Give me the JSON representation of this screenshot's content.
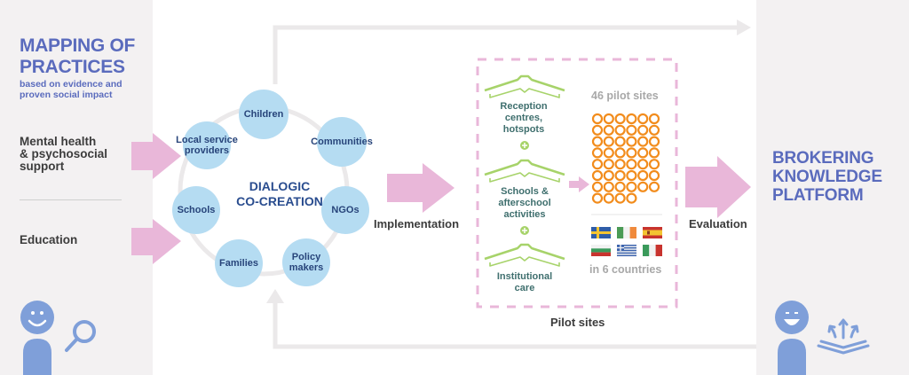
{
  "left_panel": {
    "title_line1": "MAPPING OF",
    "title_line2": "PRACTICES",
    "subtitle_line1": "based on evidence and",
    "subtitle_line2": "proven social impact",
    "inputs": [
      {
        "line1": "Mental health",
        "line2": "& psychosocial",
        "line3": "support"
      },
      {
        "line1": "Education"
      }
    ],
    "icons": [
      "smiling-person-icon",
      "magnifier-icon"
    ]
  },
  "co_creation": {
    "center_line1": "DIALOGIC",
    "center_line2": "CO-CREATION",
    "stakeholders": [
      {
        "line1": "Children",
        "line2": ""
      },
      {
        "line1": "Communities",
        "line2": ""
      },
      {
        "line1": "NGOs",
        "line2": ""
      },
      {
        "line1": "Policy",
        "line2": "makers"
      },
      {
        "line1": "Families",
        "line2": ""
      },
      {
        "line1": "Schools",
        "line2": ""
      },
      {
        "line1": "Local service",
        "line2": "providers"
      }
    ]
  },
  "flow": {
    "implementation_label": "Implementation",
    "evaluation_label": "Evaluation"
  },
  "pilot_box": {
    "caption": "Pilot sites",
    "site_types": [
      {
        "line1": "Reception",
        "line2": "centres,",
        "line3": "hotspots"
      },
      {
        "line1": "Schools &",
        "line2": "afterschool",
        "line3": "activities"
      },
      {
        "line1": "Institutional",
        "line2": "care",
        "line3": ""
      }
    ],
    "sites_count_label": "46 pilot sites",
    "sites_count": 46,
    "countries_label": "in 6 countries",
    "countries": [
      "Sweden",
      "Ireland",
      "Spain",
      "Bulgaria",
      "Greece",
      "Italy"
    ]
  },
  "right_panel": {
    "title_line1": "BROKERING",
    "title_line2": "KNOWLEDGE",
    "title_line3": "PLATFORM",
    "icons": [
      "laughing-person-icon",
      "open-book-ideas-icon"
    ]
  },
  "colors": {
    "panel_bg": "#f3f1f2",
    "title_blue": "#5a6bbd",
    "arrow_pink": "#e9b7d9",
    "circle_blue": "#b5dcf2",
    "site_orange": "#f28c1c",
    "book_green": "#a7d36a",
    "person_blue": "#7f9fd9",
    "flow_grey": "#ebe9ea"
  }
}
